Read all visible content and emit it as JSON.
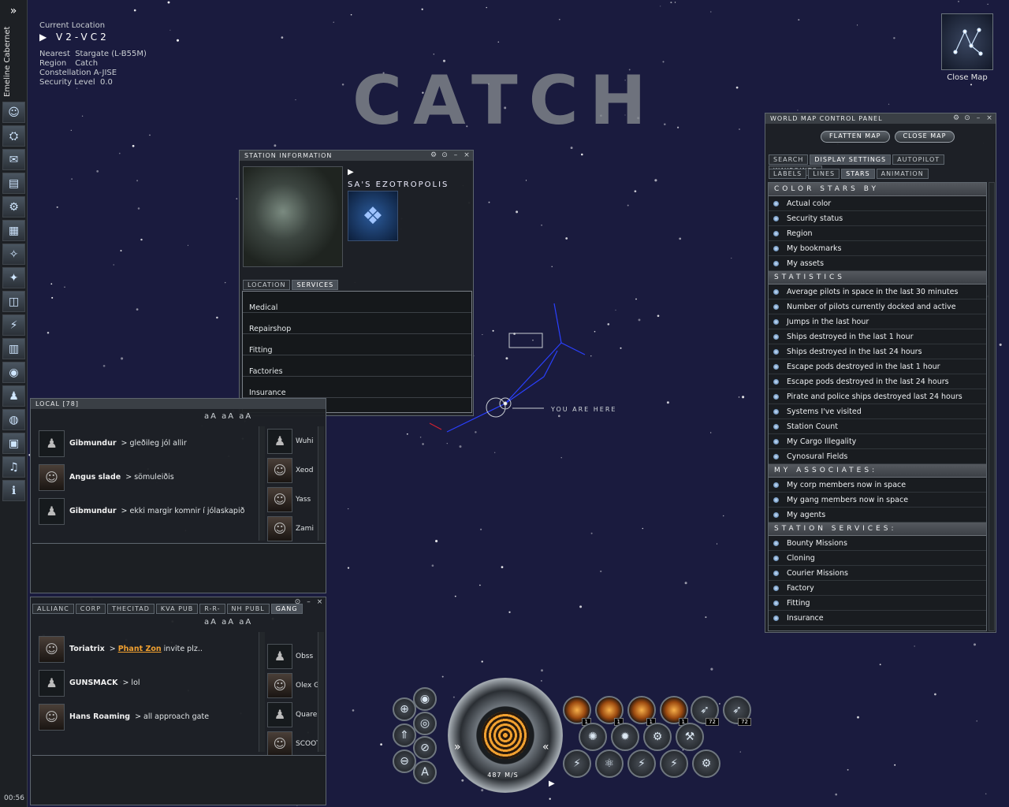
{
  "sidebar": {
    "toggle_glyph": "»",
    "pilot_name": "Emeline Cabernet",
    "buttons": [
      "character-icon",
      "ship-icon",
      "mail-icon",
      "notepad-icon",
      "assets-icon",
      "market-icon",
      "map-icon",
      "starmap-icon",
      "cargo-icon",
      "scanner-icon",
      "calculator-icon",
      "help-icon",
      "people-icon",
      "browser-icon",
      "journal-icon",
      "audio-icon",
      "info-icon"
    ],
    "clock": "00:56"
  },
  "location": {
    "heading": "Current Location",
    "system": "V2-VC2",
    "nearest_label": "Nearest",
    "nearest": "Stargate (L-B55M)",
    "region_label": "Region",
    "region": "Catch",
    "constellation_label": "Constellation",
    "constellation": "A-JISE",
    "security_label": "Security Level",
    "security": "0.0"
  },
  "region_title": "CATCH",
  "close_map_label": "Close Map",
  "you_are_here": "YOU ARE HERE",
  "station_window": {
    "title": "STATION INFORMATION",
    "station_name": "SA'S EZOTROPOLIS",
    "tabs": [
      "LOCATION",
      "SERVICES"
    ],
    "services": [
      "Medical",
      "Repairshop",
      "Fitting",
      "Factories",
      "Insurance"
    ]
  },
  "local_chat": {
    "title": "LOCAL [78]",
    "font_sizes": "aA aA aA",
    "messages": [
      {
        "who": "Gibmundur",
        "text": "> gleðileg jól allir"
      },
      {
        "who": "Angus slade",
        "text": "> sömuleiðis"
      },
      {
        "who": "Gibmundur",
        "text": "> ekki margir komnir í jólaskapið"
      }
    ],
    "members": [
      "Wuhi",
      "Xeod",
      "Yass",
      "Zami"
    ]
  },
  "gang_chat": {
    "tabs": [
      "ALLIANC",
      "CORP",
      "THECITAD",
      "KVA PUB",
      "R-R-",
      "NH PUBL",
      "GANG"
    ],
    "font_sizes": "aA aA aA",
    "messages": [
      {
        "who": "Toriatrix",
        "target": "Phant Zon",
        "text": "invite plz.."
      },
      {
        "who": "GUNSMACK",
        "target": "",
        "text": "> lol"
      },
      {
        "who": "Hans Roaming",
        "target": "",
        "text": "> all approach gate"
      }
    ],
    "members": [
      "Obss",
      "Olex Gi",
      "Quaren",
      "SCOOT"
    ]
  },
  "map_panel": {
    "title": "WORLD MAP CONTROL PANEL",
    "flatten_label": "FLATTEN MAP",
    "close_label": "CLOSE MAP",
    "tabs_row1": [
      "SEARCH",
      "DISPLAY SETTINGS",
      "AUTOPILOT",
      "WAYPOINTS"
    ],
    "tabs_row2": [
      "LABELS",
      "LINES",
      "STARS",
      "ANIMATION"
    ],
    "sections": [
      {
        "title": "COLOR STARS BY",
        "options": [
          "Actual color",
          "Security status",
          "Region",
          "My bookmarks",
          "My assets"
        ]
      },
      {
        "title": "STATISTICS",
        "options": [
          "Average pilots in space in the last 30 minutes",
          "Number of pilots currently docked and active",
          "Jumps in the last hour",
          "Ships destroyed in the last 1 hour",
          "Ships destroyed in the last 24 hours",
          "Escape pods destroyed in the last 1 hour",
          "Escape pods destroyed in the last 24 hours",
          "Pirate and police ships destroyed last 24 hours",
          "Systems I've visited",
          "Station Count",
          "My Cargo Illegality",
          "Cynosural Fields"
        ]
      },
      {
        "title": "MY ASSOCIATES:",
        "options": [
          "My corp members now in space",
          "My gang members now in space",
          "My agents"
        ]
      },
      {
        "title": "STATION SERVICES:",
        "options": [
          "Bounty Missions",
          "Cloning",
          "Courier Missions",
          "Factory",
          "Fitting",
          "Insurance"
        ]
      }
    ]
  },
  "hud": {
    "speed": "487 M/S",
    "module_counts": [
      "1",
      "1",
      "1",
      "1",
      "72",
      "72"
    ]
  }
}
